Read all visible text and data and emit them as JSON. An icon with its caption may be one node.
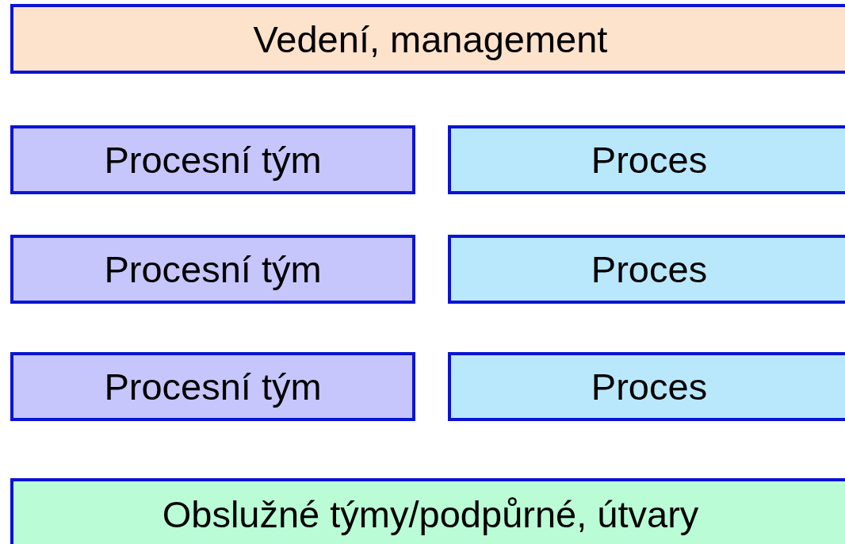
{
  "diagram": {
    "nodes": [
      {
        "text": [
          "Vedení, management"
        ]
      },
      {
        "text": [
          "Procesní tým"
        ]
      },
      {
        "text": [
          "Proces"
        ]
      },
      {
        "text": [
          "Procesní tým"
        ]
      },
      {
        "text": [
          "Proces"
        ]
      },
      {
        "text": [
          "Procesní tým"
        ]
      },
      {
        "text": [
          "Proces"
        ]
      },
      {
        "text": [
          "Obslužné týmy/podpůrné, útvary"
        ]
      }
    ]
  }
}
